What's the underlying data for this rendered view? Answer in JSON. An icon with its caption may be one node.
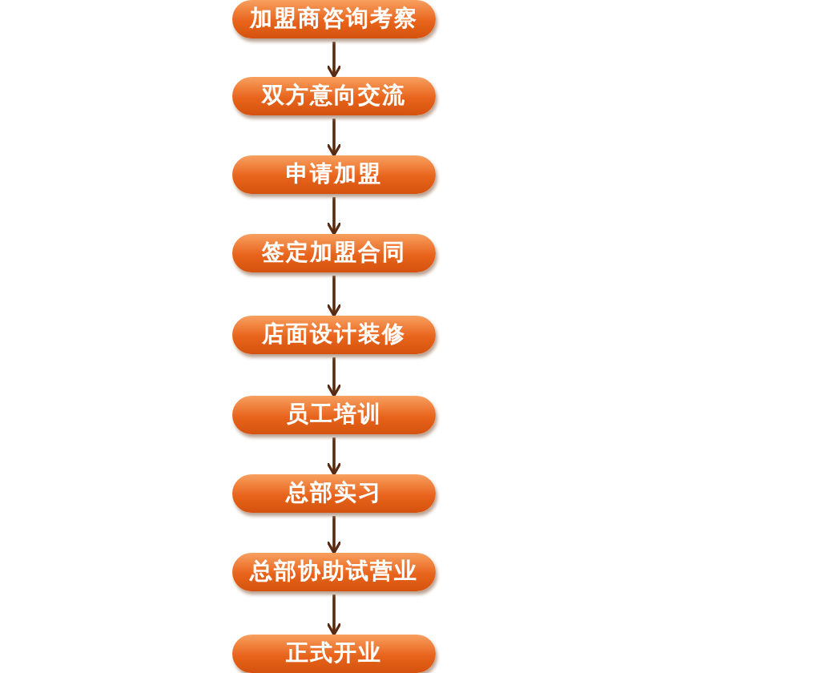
{
  "diagram": {
    "nodes": [
      {
        "text": [
          "加盟商咨询考察"
        ]
      },
      {
        "text": [
          "双方意向交流"
        ]
      },
      {
        "text": [
          "申请加盟"
        ]
      },
      {
        "text": [
          "签定加盟合同"
        ]
      },
      {
        "text": [
          "店面设计装修"
        ]
      },
      {
        "text": [
          "员工培训"
        ]
      },
      {
        "text": [
          "总部实习"
        ]
      },
      {
        "text": [
          "总部协助试营业"
        ]
      },
      {
        "text": [
          "正式开业"
        ]
      }
    ],
    "edges": [
      {
        "from": 0,
        "to": 1,
        "arrow": "to"
      },
      {
        "from": 1,
        "to": 2,
        "arrow": "to"
      },
      {
        "from": 2,
        "to": 3,
        "arrow": "to"
      },
      {
        "from": 3,
        "to": 4,
        "arrow": "to"
      },
      {
        "from": 4,
        "to": 5,
        "arrow": "to"
      },
      {
        "from": 5,
        "to": 6,
        "arrow": "to"
      },
      {
        "from": 6,
        "to": 7,
        "arrow": "to"
      },
      {
        "from": 7,
        "to": 8,
        "arrow": "to"
      }
    ]
  }
}
